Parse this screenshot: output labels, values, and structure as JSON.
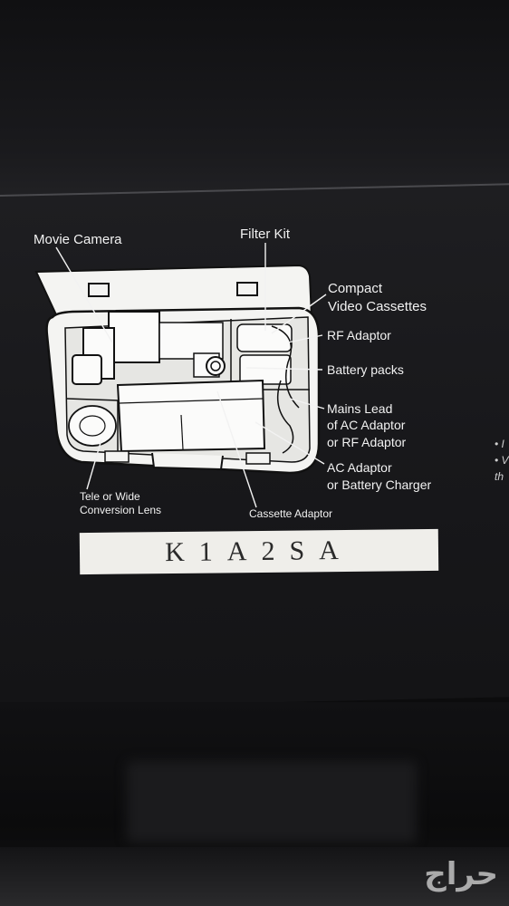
{
  "labels": {
    "movie_camera": "Movie Camera",
    "filter_kit": "Filter Kit",
    "compact_line1": "Compact",
    "compact_line2": "Video Cassettes",
    "rf_adaptor": "RF Adaptor",
    "battery_packs": "Battery packs",
    "mains_line1": "Mains Lead",
    "mains_line2": "of AC Adaptor",
    "mains_line3": "or RF Adaptor",
    "ac_line1": "AC Adaptor",
    "ac_line2": "or Battery Charger",
    "tele_line1": "Tele or Wide",
    "tele_line2": "Conversion Lens",
    "cassette_adaptor": "Cassette Adaptor"
  },
  "code": "K1A2SA",
  "edge_text": {
    "line1": "• I",
    "line2": "• V",
    "line3": "th"
  },
  "watermark": "حراج",
  "colors": {
    "box_black": "#1c1c1f",
    "illustration_white": "#f4f4f2",
    "label_text": "#f2f2f2",
    "code_background": "#efeeea"
  }
}
